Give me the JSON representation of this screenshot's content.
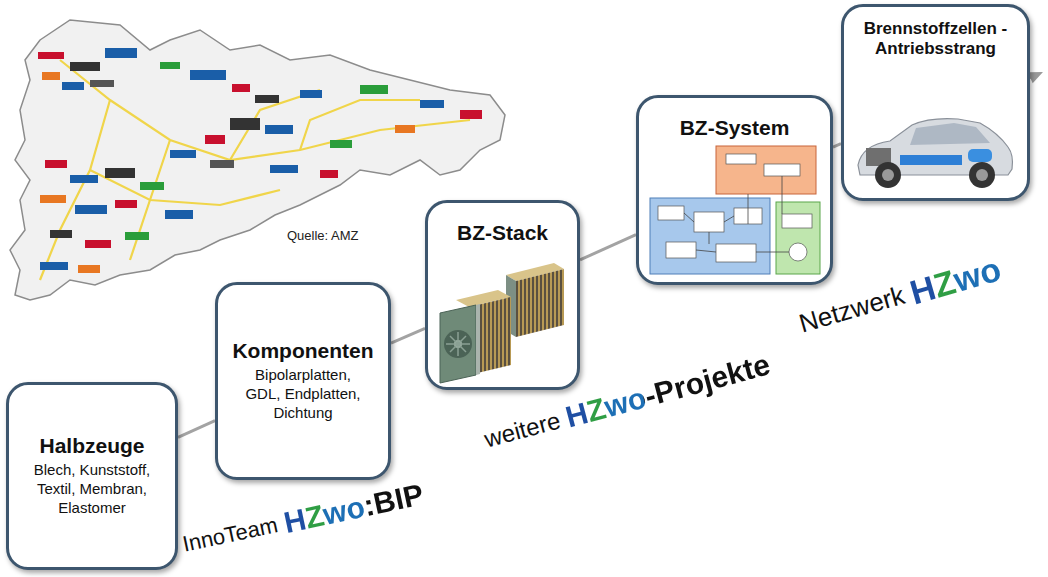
{
  "diagram": {
    "nodes": [
      {
        "text": [
          "Halbzeuge",
          "Blech, Kunststoff, Textil, Membran, Elastomer"
        ]
      },
      {
        "text": [
          "Komponenten",
          "Bipolarplatten, GDL, Endplatten, Dichtung"
        ]
      },
      {
        "text": [
          "BZ-Stack"
        ]
      },
      {
        "text": [
          "BZ-System"
        ]
      },
      {
        "text": [
          "Brennstoffzellen -Antriebsstrang"
        ]
      }
    ],
    "edges": [
      {
        "from": 0,
        "to": 1,
        "arrow": "none"
      },
      {
        "from": 1,
        "to": 2,
        "arrow": "none"
      },
      {
        "from": 2,
        "to": 3,
        "arrow": "none"
      },
      {
        "from": 3,
        "to": 4,
        "arrow": "none"
      }
    ],
    "labels": [
      "Quelle: AMZ",
      "InnoTeam",
      "HZwo:BIP",
      "weitere",
      "HZwo-Projekte",
      "Netzwerk",
      "HZwo"
    ]
  }
}
